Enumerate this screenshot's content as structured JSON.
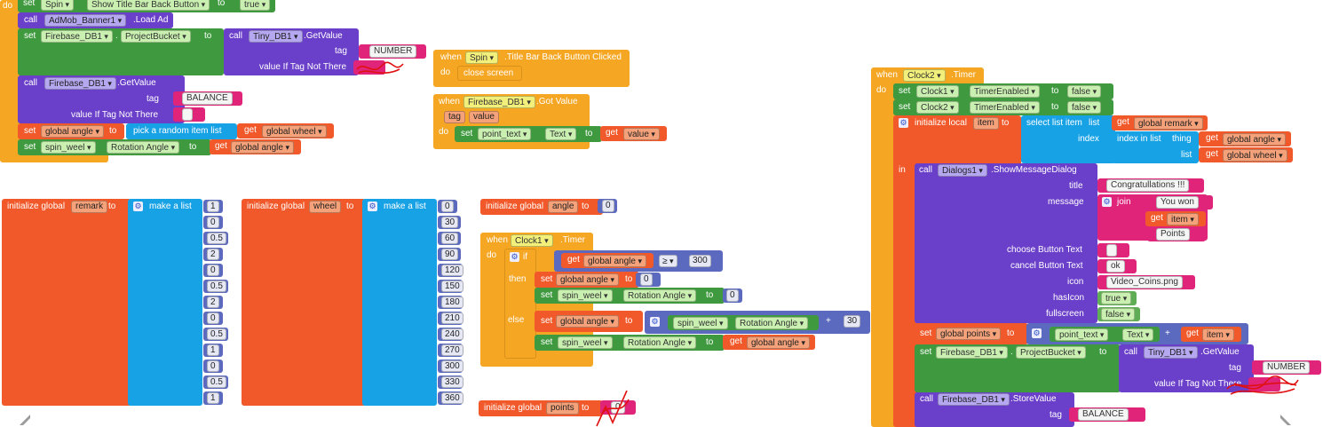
{
  "colors": {
    "event": "#f5a623",
    "control": "#f5a623",
    "component": "#6a3fc9",
    "setter": "#3f9a3f",
    "variable": "#f1592a",
    "list": "#17a2e6",
    "text": "#e0247a",
    "math": "#5b6abf",
    "logic": "#5fad54"
  },
  "common": {
    "do": "do",
    "set": "set",
    "call": "call",
    "to": "to",
    "get": "get",
    "when": "when",
    "in": "in",
    "tag": "tag",
    "value": "value",
    "value_if_tag": "value If Tag Not There",
    "project_bucket": "ProjectBucket",
    "get_value": "GetValue",
    "store_value": "StoreValue",
    "rotation_angle": "Rotation Angle",
    "text_prop": "Text",
    "make_a_list": "make a list",
    "init_global": "initialize global",
    "global_angle": "global angle",
    "plus": "+",
    "gte": "≥",
    "then": "then",
    "else": "else",
    "if": "if",
    "timer": "Timer"
  },
  "top_block": {
    "spin": "Spin",
    "show_title_bar": "Show Title Bar Back Button",
    "true": "true",
    "admob": "AdMob_Banner1",
    "load_ad": "Load Ad",
    "firebase": "Firebase_DB1",
    "tiny": "Tiny_DB1",
    "number_tag": "NUMBER",
    "balance_tag": "BALANCE",
    "pick_random": "pick a random item",
    "list": "list",
    "global_wheel": "global wheel",
    "spin_weel": "spin_weel"
  },
  "spin_event": {
    "spin": "Spin",
    "event": "Title Bar Back Button Clicked",
    "close_screen": "close screen"
  },
  "got_value": {
    "component": "Firebase_DB1",
    "event": "Got Value",
    "tag": "tag",
    "value": "value",
    "point_text": "point_text",
    "text": "Text"
  },
  "remark_list": {
    "name": "remark",
    "values": [
      "1",
      "0",
      "0.5",
      "2",
      "0",
      "0.5",
      "2",
      "0",
      "0.5",
      "1",
      "0",
      "0.5",
      "1"
    ]
  },
  "wheel_list": {
    "name": "wheel",
    "values": [
      "0",
      "30",
      "60",
      "90",
      "120",
      "150",
      "180",
      "210",
      "240",
      "270",
      "300",
      "330",
      "360"
    ]
  },
  "angle_var": {
    "name": "angle",
    "value": "0"
  },
  "points_var": {
    "name": "points",
    "value": "0"
  },
  "clock1": {
    "component": "Clock1",
    "compare_value": "300",
    "zero": "0",
    "zero2": "0",
    "add_value": "30",
    "spin_weel": "spin_weel"
  },
  "clock2": {
    "component": "Clock2",
    "clock1": "Clock1",
    "clock2": "Clock2",
    "timer_enabled": "TimerEnabled",
    "false": "false",
    "init_local": "initialize local",
    "item": "item",
    "select_list_item": "select list item",
    "list": "list",
    "index": "index",
    "index_in_list": "index in list",
    "thing": "thing",
    "global_remark": "global remark",
    "global_angle": "global angle",
    "global_wheel": "global wheel",
    "dialogs": "Dialogs1",
    "show_message_dialog": "ShowMessageDialog",
    "title_lbl": "title",
    "title_val": "Congratullations !!!",
    "message_lbl": "message",
    "join": "join",
    "you_won": "You won",
    "get_item": "get item",
    "points_txt": "Points",
    "choose_btn": "choose Button Text",
    "choose_val": "",
    "cancel_btn": "cancel Button Text",
    "cancel_val": "ok",
    "icon_lbl": "icon",
    "icon_val": "Video_Coins.png",
    "hasicon_lbl": "hasIcon",
    "hasicon_val": "true",
    "fullscreen_lbl": "fullscreen",
    "fullscreen_val": "false",
    "global_points": "global points",
    "point_text": "point_text",
    "text": "Text",
    "firebase": "Firebase_DB1",
    "tiny": "Tiny_DB1",
    "number_tag": "NUMBER",
    "balance_tag": "BALANCE"
  }
}
